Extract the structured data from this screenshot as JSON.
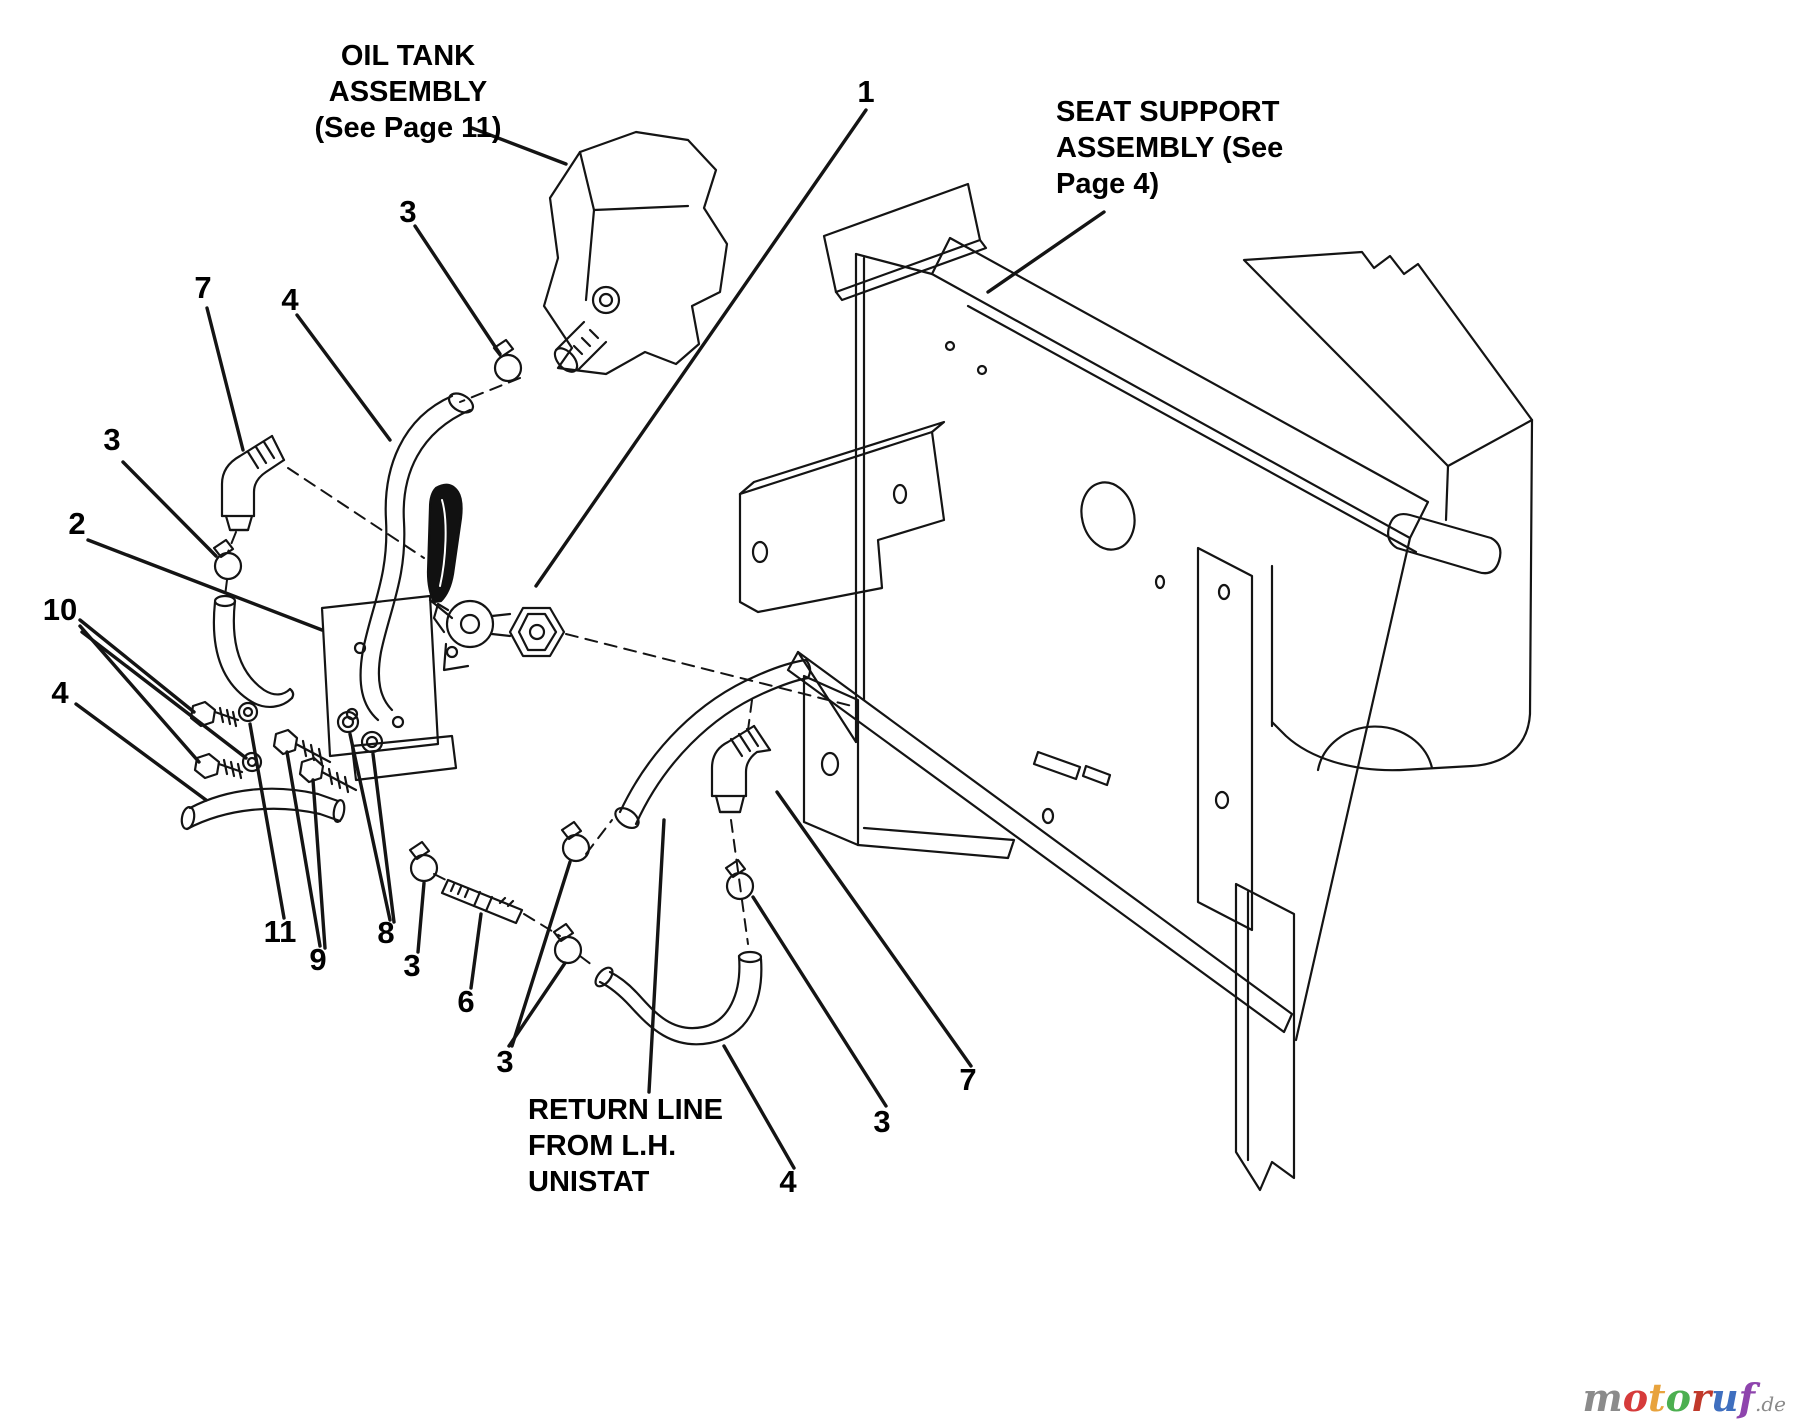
{
  "page": {
    "background": "#ffffff",
    "line_color": "#141414"
  },
  "labels": {
    "oil_tank": {
      "line1": "OIL TANK",
      "line2": "ASSEMBLY",
      "line3": "(See Page 11)"
    },
    "seat_support": {
      "line1": "SEAT SUPPORT",
      "line2": "ASSEMBLY (See",
      "line3": "Page 4)"
    },
    "return_line": {
      "line1": "RETURN LINE",
      "line2": "FROM L.H.",
      "line3": "UNISTAT"
    }
  },
  "callouts": [
    {
      "label": "3",
      "part": "hose-clamp-at-tank"
    },
    {
      "label": "1",
      "part": "shut-off-valve-assembly"
    },
    {
      "label": "7",
      "part": "elbow-fitting-left"
    },
    {
      "label": "4",
      "part": "upper-hose"
    },
    {
      "label": "3",
      "part": "hose-clamp-left"
    },
    {
      "label": "2",
      "part": "mounting-bracket-plate"
    },
    {
      "label": "10",
      "part": "hex-bolts"
    },
    {
      "label": "4",
      "part": "lower-left-hose"
    },
    {
      "label": "11",
      "part": "washer"
    },
    {
      "label": "9",
      "part": "screws"
    },
    {
      "label": "8",
      "part": "washers"
    },
    {
      "label": "3",
      "part": "hose-clamp-bottom"
    },
    {
      "label": "6",
      "part": "barb-fitting"
    },
    {
      "label": "3",
      "part": "hose-clamps-center"
    },
    {
      "label": "4",
      "part": "return-hose-bottom"
    },
    {
      "label": "3",
      "part": "hose-clamp-right"
    },
    {
      "label": "7",
      "part": "elbow-fitting-right"
    }
  ],
  "watermark": {
    "letters": [
      {
        "char": "m",
        "color": "#8b8b8b"
      },
      {
        "char": "o",
        "color": "#d63b3b"
      },
      {
        "char": "t",
        "color": "#e8a33d"
      },
      {
        "char": "o",
        "color": "#4caf50"
      },
      {
        "char": "r",
        "color": "#c0392b"
      },
      {
        "char": "u",
        "color": "#3f6fbf"
      },
      {
        "char": "f",
        "color": "#8e44ad"
      }
    ],
    "suffix": ".de"
  }
}
